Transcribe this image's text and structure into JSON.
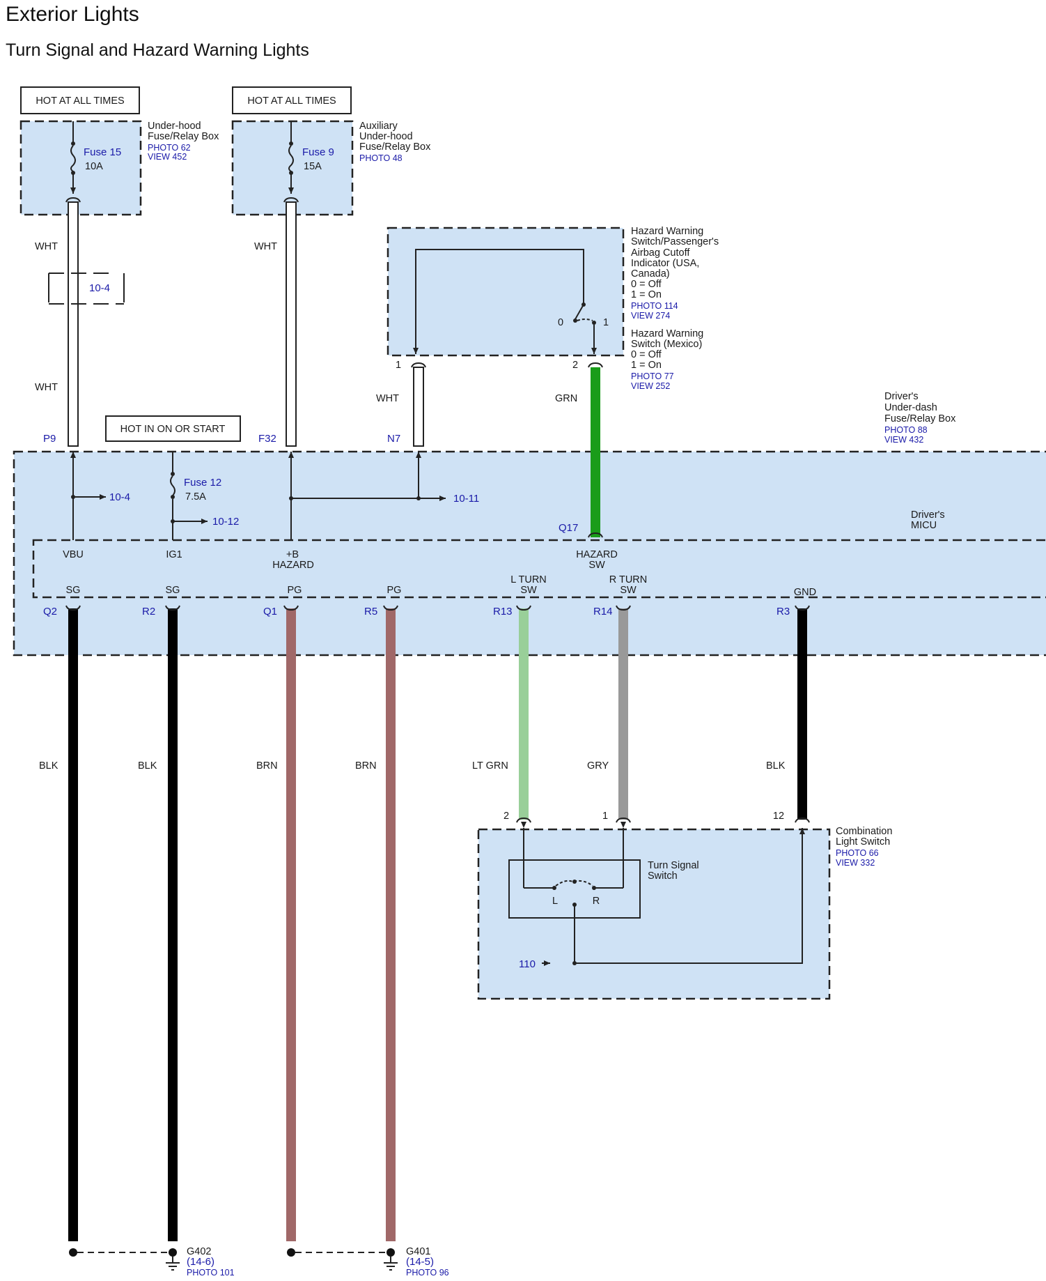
{
  "title": "Exterior Lights",
  "subtitle": "Turn Signal and Hazard Warning Lights",
  "colors": {
    "box_fill": "#cfe2f5",
    "wire_wht": "#ffffff",
    "wire_grn": "#1a9c1a",
    "wire_blk": "#000000",
    "wire_brn": "#a06868",
    "wire_ltgrn": "#99cf99",
    "wire_gry": "#999999",
    "ref_blue": "#1a1aa8"
  },
  "hot_labels": {
    "hot1": "HOT AT ALL TIMES",
    "hot2": "HOT AT ALL TIMES",
    "hot3": "HOT IN ON OR START"
  },
  "underhood_box": {
    "fuse": "Fuse 15",
    "rating": "10A",
    "name_lines": [
      "Under-hood",
      "Fuse/Relay Box"
    ],
    "photo": "PHOTO 62",
    "view": "VIEW 452"
  },
  "aux_box": {
    "fuse": "Fuse 9",
    "rating": "15A",
    "name_lines": [
      "Auxiliary",
      "Under-hood",
      "Fuse/Relay Box"
    ],
    "photo": "PHOTO 48"
  },
  "hazard_switch": {
    "lines1": [
      "Hazard Warning",
      "Switch/Passenger's",
      "Airbag Cutoff",
      "Indicator (USA,",
      "Canada)",
      "0 = Off",
      "1 = On"
    ],
    "photo1": "PHOTO 114",
    "view1": "VIEW 274",
    "lines2": [
      "Hazard Warning",
      "Switch (Mexico)",
      "0 = Off",
      "1 = On"
    ],
    "photo2": "PHOTO 77",
    "view2": "VIEW 252",
    "pos0": "0",
    "pos1": "1",
    "pin1": "1",
    "pin2": "2"
  },
  "wire_labels": {
    "wht1": "WHT",
    "wht2": "WHT",
    "wht3": "WHT",
    "wht4": "WHT",
    "grn": "GRN",
    "blk1": "BLK",
    "blk2": "BLK",
    "brn1": "BRN",
    "brn2": "BRN",
    "ltgrn": "LT GRN",
    "gry": "GRY",
    "blk3": "BLK"
  },
  "connector_ref": "10-4",
  "drivers_box": {
    "name_lines": [
      "Driver's",
      "Under-dash",
      "Fuse/Relay Box"
    ],
    "photo": "PHOTO 88",
    "view": "VIEW 432",
    "micu_lines": [
      "Driver's",
      "MICU"
    ],
    "fuse": "Fuse 12",
    "rating": "7.5A",
    "refs": {
      "r104": "10-4",
      "r1012": "10-12",
      "r1011": "10-11"
    },
    "pins_top": {
      "p9": "P9",
      "f32": "F32",
      "n7": "N7",
      "q17": "Q17"
    },
    "terms": {
      "vbu": "VBU",
      "ig1": "IG1",
      "b": "+B",
      "hazard": "HAZARD",
      "hazard_sw1": "HAZARD",
      "hazard_sw2": "SW"
    },
    "bottom_labels": {
      "sg1": "SG",
      "sg2": "SG",
      "pg1": "PG",
      "pg2": "PG",
      "lturn1": "L TURN",
      "lturn2": "SW",
      "rturn1": "R TURN",
      "rturn2": "SW",
      "gnd": "GND"
    },
    "pins_bottom": {
      "q2": "Q2",
      "r2": "R2",
      "q1": "Q1",
      "r5": "R5",
      "r13": "R13",
      "r14": "R14",
      "r3": "R3"
    }
  },
  "combo_switch": {
    "name_lines": [
      "Combination",
      "Light Switch"
    ],
    "photo": "PHOTO 66",
    "view": "VIEW 332",
    "inner_lines": [
      "Turn Signal",
      "Switch"
    ],
    "l": "L",
    "r": "R",
    "pin2": "2",
    "pin1": "1",
    "pin12": "12",
    "ref110": "110"
  },
  "grounds": {
    "g402": "G402",
    "g402_ref": "(14-6)",
    "g402_photo": "PHOTO 101",
    "g401": "G401",
    "g401_ref": "(14-5)",
    "g401_photo": "PHOTO 96"
  }
}
